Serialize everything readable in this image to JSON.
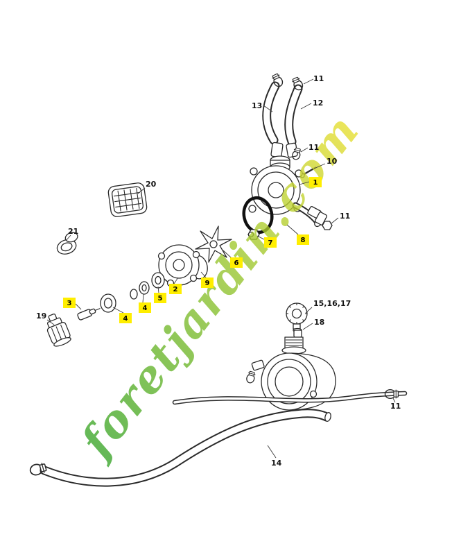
{
  "page": {
    "background": "#ffffff",
    "description": "Exploded parts diagram of a water pump attachment with numbered callouts"
  },
  "watermark": {
    "text": "foretjardin.com",
    "gradient": [
      "#36a428",
      "#97c52c",
      "#e8df2e"
    ]
  },
  "diagram": {
    "type": "exploded-parts-diagram",
    "line_color": "#2a2a2a",
    "highlight_color": "#ffee00",
    "labels": {
      "clamp_top": "11",
      "hose_left": "13",
      "hose_right": "12",
      "clamp_mid": "11",
      "bolt": "10",
      "plug_right": "11",
      "coupling": "19",
      "cover_plate": "20",
      "grommet": "21",
      "knob_assembly": "15,16,17",
      "valve_fitting": "18",
      "clamp_bottom_right": "11",
      "hose_bottom": "14"
    },
    "highlighted_labels": {
      "pump_housing": "1",
      "pump_cover": "2",
      "valve_piece": "3",
      "seal_front": "4",
      "seal_rear": "4",
      "washer": "5",
      "impeller": "6",
      "nut": "7",
      "o_ring": "8",
      "gasket": "9"
    }
  }
}
